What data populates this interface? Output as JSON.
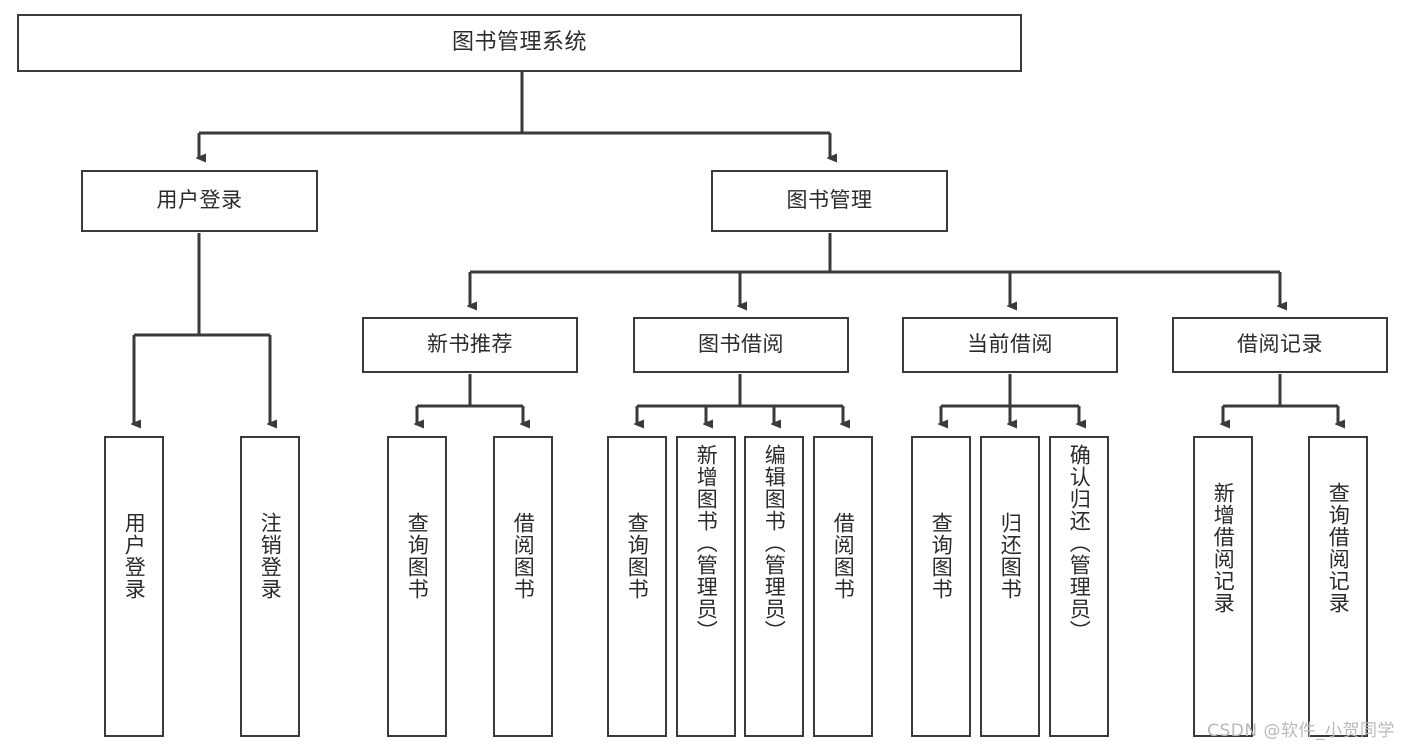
{
  "diagram": {
    "title": "图书管理系统",
    "type": "tree-hierarchy-chart",
    "watermark": "CSDN @软件_小贺同学",
    "colors": {
      "box_border": "#3a3a3a",
      "box_fill": "#ffffff",
      "edge": "#3a3a3a",
      "text": "#2b2b2b",
      "watermark": "#b9b9b9",
      "background": "#ffffff"
    },
    "root": {
      "label": "图书管理系统"
    },
    "level2": [
      {
        "label": "用户登录"
      },
      {
        "label": "图书管理"
      }
    ],
    "level3": [
      {
        "label": "新书推荐"
      },
      {
        "label": "图书借阅"
      },
      {
        "label": "当前借阅"
      },
      {
        "label": "借阅记录"
      }
    ],
    "leaves_user_login": [
      {
        "label": "用户登录"
      },
      {
        "label": "注销登录"
      }
    ],
    "leaves_new_books": [
      {
        "label": "查询图书"
      },
      {
        "label": "借阅图书"
      }
    ],
    "leaves_borrow": [
      {
        "label": "查询图书"
      },
      {
        "label": "新增图书（管理员）"
      },
      {
        "label": "编辑图书（管理员）"
      },
      {
        "label": "借阅图书"
      }
    ],
    "leaves_current": [
      {
        "label": "查询图书"
      },
      {
        "label": "归还图书"
      },
      {
        "label": "确认归还（管理员）"
      }
    ],
    "leaves_records": [
      {
        "label": "新增借阅记录"
      },
      {
        "label": "查询借阅记录"
      }
    ]
  }
}
